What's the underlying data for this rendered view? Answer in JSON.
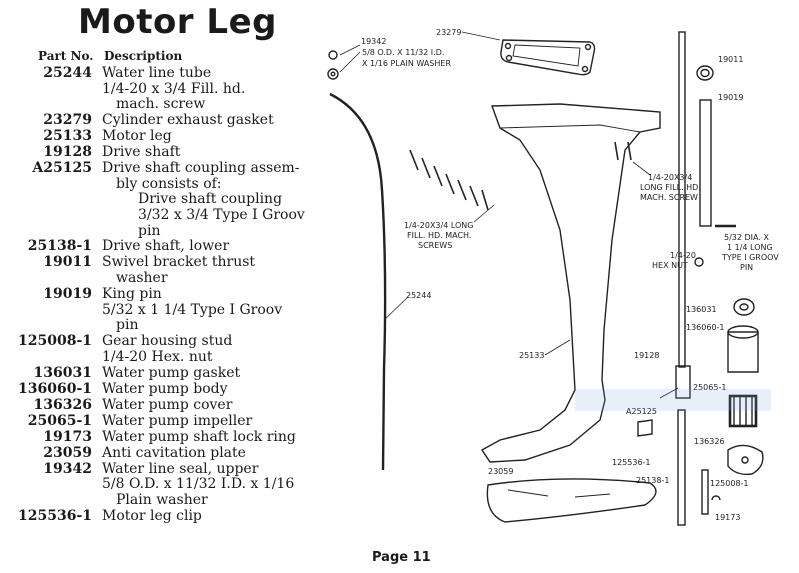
{
  "title": "Motor Leg",
  "headers": {
    "part_no": "Part No.",
    "description": "Description"
  },
  "parts": [
    {
      "part_no": "25244",
      "lines": [
        "Water line tube",
        "1/4-20 x 3/4 Fill. hd.",
        "mach. screw"
      ]
    },
    {
      "part_no": "23279",
      "lines": [
        "Cylinder exhaust gasket"
      ]
    },
    {
      "part_no": "25133",
      "lines": [
        "Motor leg"
      ]
    },
    {
      "part_no": "19128",
      "lines": [
        "Drive shaft"
      ]
    },
    {
      "part_no": "A25125",
      "lines": [
        "Drive shaft coupling assem-",
        "bly consists of:",
        "Drive shaft coupling",
        "3/32 x 3/4 Type I Groov",
        "pin"
      ]
    },
    {
      "part_no": "25138-1",
      "lines": [
        "Drive shaft, lower"
      ]
    },
    {
      "part_no": "19011",
      "lines": [
        "Swivel bracket thrust",
        "washer"
      ]
    },
    {
      "part_no": "19019",
      "lines": [
        "King pin",
        "5/32 x 1 1/4 Type I Groov",
        "pin"
      ]
    },
    {
      "part_no": "125008-1",
      "lines": [
        "Gear housing stud",
        "1/4-20 Hex. nut"
      ]
    },
    {
      "part_no": "136031",
      "lines": [
        "Water pump gasket"
      ]
    },
    {
      "part_no": "136060-1",
      "lines": [
        "Water pump body"
      ]
    },
    {
      "part_no": "136326",
      "lines": [
        "Water pump cover"
      ]
    },
    {
      "part_no": "25065-1",
      "lines": [
        "Water pump impeller"
      ]
    },
    {
      "part_no": "19173",
      "lines": [
        "Water pump shaft lock ring"
      ]
    },
    {
      "part_no": "23059",
      "lines": [
        "Anti cavitation plate"
      ]
    },
    {
      "part_no": "19342",
      "lines": [
        "Water line seal, upper",
        "5/8 O.D. x 11/32 I.D. x 1/16",
        "Plain washer"
      ]
    },
    {
      "part_no": "125536-1",
      "lines": [
        "Motor leg clip"
      ]
    }
  ],
  "diagram_labels": {
    "l19342": "19342",
    "l19342_spec1": "5/8 O.D. X 11/32 I.D.",
    "l19342_spec2": "X 1/16 PLAIN WASHER",
    "l23279": "23279",
    "l19011": "19011",
    "l19019": "19019",
    "screw_spec_a1": "1/4-20X3/4",
    "screw_spec_a2": "LONG FILL. HD.",
    "screw_spec_a3": "MACH. SCREW",
    "screw_spec_b1": "1/4-20X3/4 LONG",
    "screw_spec_b2": "FILL. HD. MACH.",
    "screw_spec_b3": "SCREWS",
    "pin_spec1": "5/32 DIA. X",
    "pin_spec2": "1 1/4 LONG",
    "pin_spec3": "TYPE I GROOV",
    "pin_spec4": "PIN",
    "nut_spec1": "1/4-20",
    "nut_spec2": "HEX NUT",
    "l25244": "25244",
    "l136031": "136031",
    "l136060": "136060-1",
    "l25133": "25133",
    "l19128": "19128",
    "l25065": "25065-1",
    "lA25125": "A25125",
    "l125536": "125536-1",
    "l136326": "136326",
    "l23059": "23059",
    "l25138": "25138-1",
    "l125008": "125008-1",
    "l19173": "19173"
  },
  "page_label": "Page 11"
}
